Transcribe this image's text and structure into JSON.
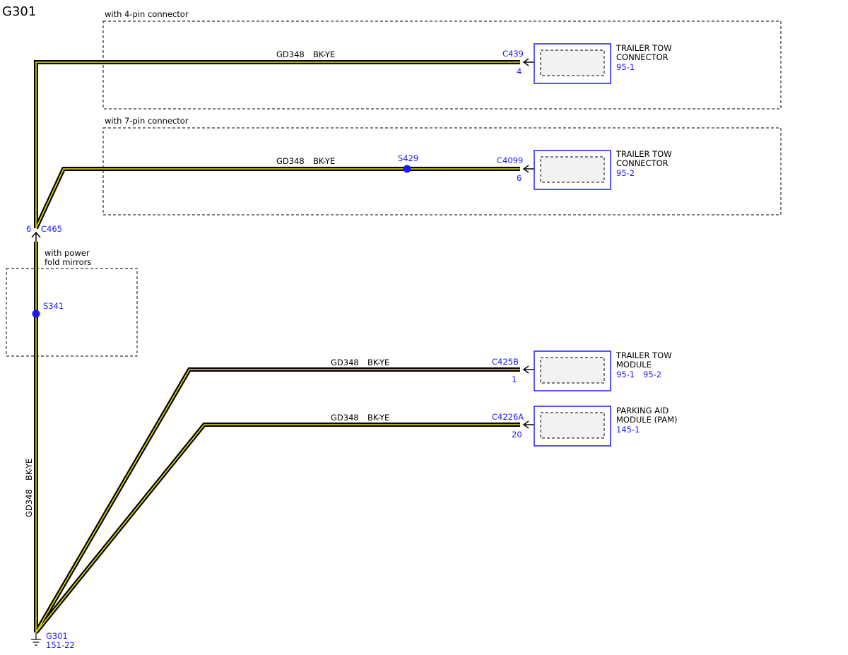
{
  "title": "G301",
  "zones": {
    "four_pin": "with 4-pin connector",
    "seven_pin": "with 7-pin connector",
    "mirrors_line1": "with power",
    "mirrors_line2": "fold mirrors"
  },
  "wire": {
    "circuit": "GD348",
    "color": "BK-YE",
    "outer_color": "#000000",
    "stripe_color": "#e8e000"
  },
  "accent": "#1a1aff",
  "splices": {
    "s429": "S429",
    "s341": "S341"
  },
  "inline_connector": {
    "id": "C465",
    "pin": "6"
  },
  "ground": {
    "id": "G301",
    "ref": "151-22"
  },
  "components": [
    {
      "connector": "C439",
      "pin": "4",
      "name_line1": "TRAILER TOW",
      "name_line2": "CONNECTOR",
      "ref": "95-1",
      "ref2": ""
    },
    {
      "connector": "C4099",
      "pin": "6",
      "name_line1": "TRAILER TOW",
      "name_line2": "CONNECTOR",
      "ref": "95-2",
      "ref2": ""
    },
    {
      "connector": "C425B",
      "pin": "1",
      "name_line1": "TRAILER TOW",
      "name_line2": "MODULE",
      "ref": "95-1",
      "ref2": "95-2"
    },
    {
      "connector": "C4226A",
      "pin": "20",
      "name_line1": "PARKING AID",
      "name_line2": "MODULE (PAM)",
      "ref": "145-1",
      "ref2": ""
    }
  ]
}
